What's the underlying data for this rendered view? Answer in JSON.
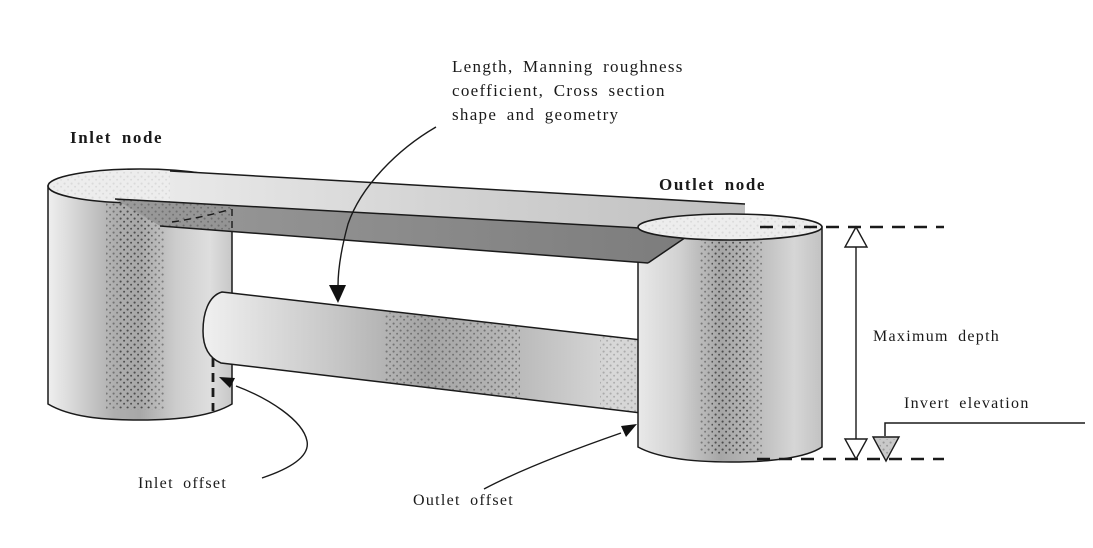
{
  "diagram": {
    "description": "Schematic of a conduit link connecting an inlet node and an outlet node",
    "labels": {
      "conduit_properties_line1": "Length, Manning roughness",
      "conduit_properties_line2": "coefficient, Cross section",
      "conduit_properties_line3": "shape and geometry",
      "inlet_node": "Inlet node",
      "outlet_node": "Outlet node",
      "maximum_depth": "Maximum depth",
      "invert_elevation": "Invert elevation",
      "inlet_offset": "Inlet offset",
      "outlet_offset": "Outlet offset"
    },
    "colors": {
      "background": "#ffffff",
      "outline": "#1a1a1a",
      "ellipse_top": "#ededed",
      "ground_surface_light": "#d6d6d6",
      "ground_surface_dark": "#8a8a8a",
      "cylinder_body": "#c9c9c9",
      "pipe_body": "#c2c2c2",
      "invert_marker_fill": "#c9c9c9",
      "arrow_fill": "#111111"
    }
  }
}
